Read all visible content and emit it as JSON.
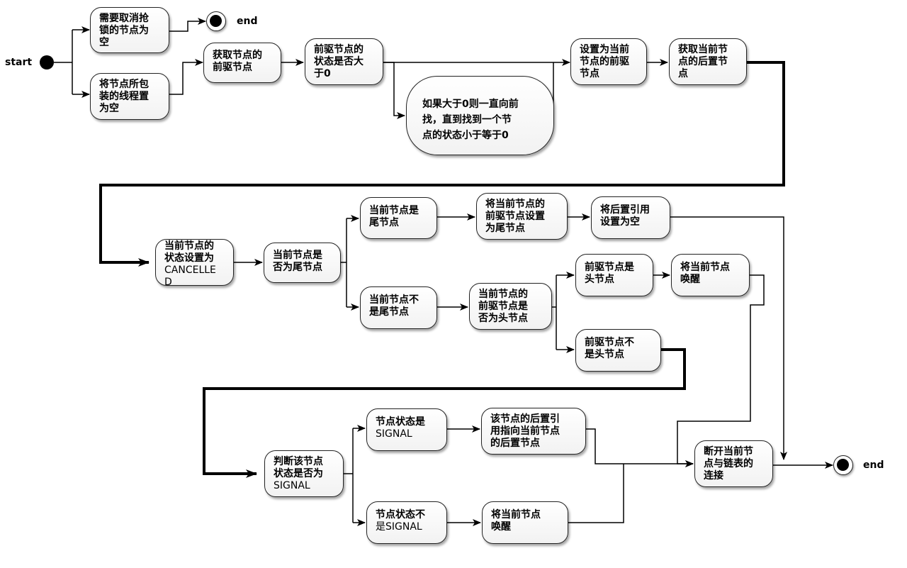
{
  "labels": {
    "start": "start",
    "end_top": "end",
    "end_bottom": "end"
  },
  "nodes": {
    "cancel_check": "需要取消抢\n锁的节点为\n空",
    "clear_thread": "将节点所包\n装的线程置\n为空",
    "get_pred": "获取节点的\n前驱节点",
    "pred_state_gt0": "前驱节点的\n状态是否大\n于0",
    "skip_forward": "如果大于0则一直向前\n找，直到找到一个节\n点的状态小于等于0",
    "set_pred": "设置为当前\n节点的前驱\n节点",
    "get_next": "获取当前节\n点的后置节\n点",
    "set_cancelled": "当前节点的\n状态设置为\nCANCELLE\nD",
    "is_tail_q": "当前节点是\n否为尾节点",
    "is_tail": "当前节点是\n尾节点",
    "set_tail": "将当前节点的\n前驱节点设置\n为尾节点",
    "next_null": "将后置引用\n设置为空",
    "not_tail": "当前节点不\n是尾节点",
    "pred_head_q": "当前节点的\n前驱节点是\n否为头节点",
    "pred_is_head": "前驱节点是\n头节点",
    "wake1": "将当前节点\n唤醒",
    "pred_not_head": "前驱节点不\n是头节点",
    "signal_q": "判断该节点\n状态是否为\nSIGNAL",
    "is_signal": "节点状态是\nSIGNAL",
    "link_next": "该节点的后置引\n用指向当前节点\n的后置节点",
    "not_signal": "节点状态不\n是SIGNAL",
    "wake2": "将当前节点\n唤醒",
    "disconnect": "断开当前节\n点与链表的\n连接"
  }
}
